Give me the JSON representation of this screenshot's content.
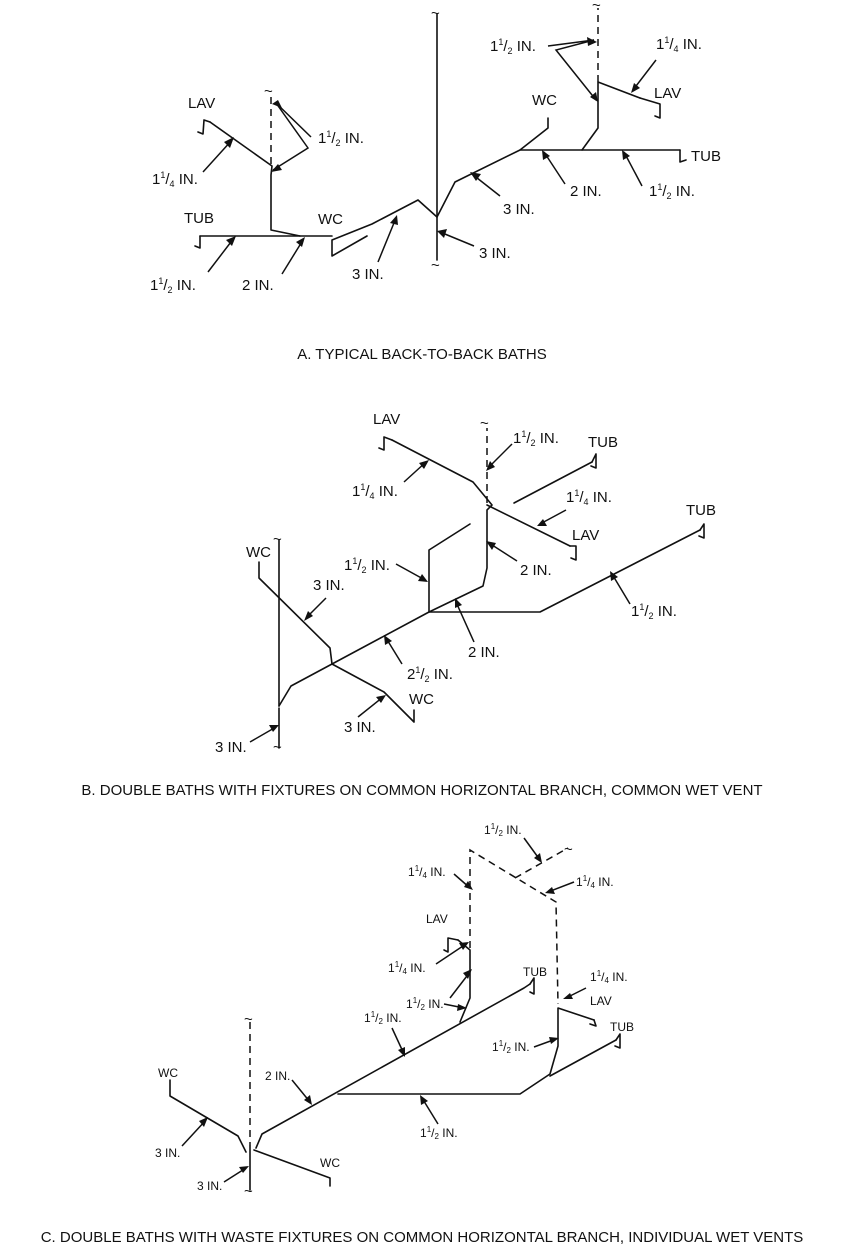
{
  "captions": {
    "a": "A. TYPICAL BACK-TO-BACK BATHS",
    "b": "B. DOUBLE BATHS WITH FIXTURES ON COMMON HORIZONTAL BRANCH, COMMON WET VENT",
    "c": "C. DOUBLE BATHS WITH WASTE FIXTURES ON COMMON HORIZONTAL BRANCH, INDIVIDUAL WET VENTS"
  },
  "fixtures": {
    "lav": "LAV",
    "wc": "WC",
    "tub": "TUB"
  },
  "sizes": {
    "one_half_whole": "1",
    "one_half_num": "1",
    "one_half_den": "2",
    "one_quarter_whole": "1",
    "one_quarter_num": "1",
    "one_quarter_den": "4",
    "two_half_whole": "2",
    "in": " IN.",
    "two_in": "2 IN.",
    "three_in": "3 IN."
  }
}
